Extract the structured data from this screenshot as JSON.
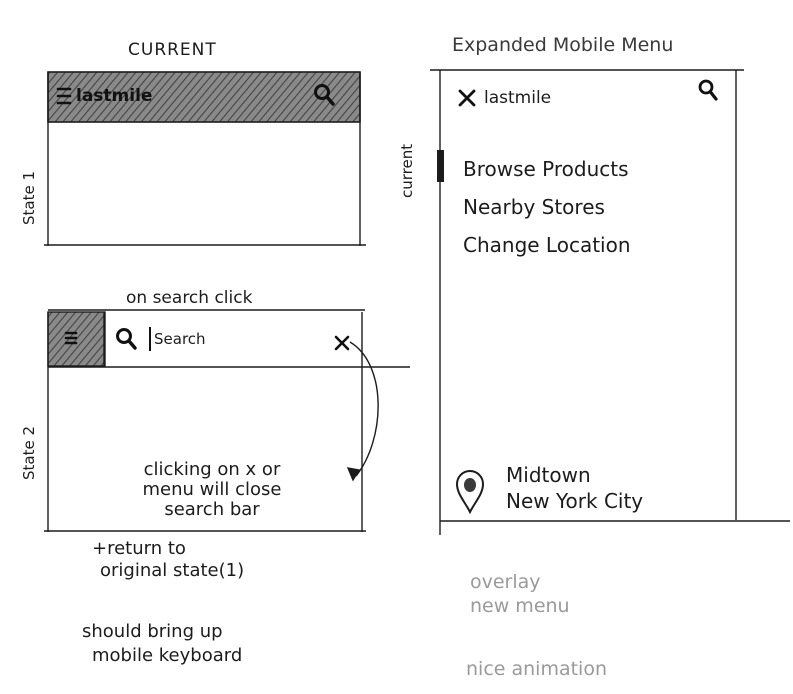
{
  "left": {
    "label_current": "CURRENT",
    "state1": {
      "label": "State 1",
      "hamburger_icon": "hamburger-icon",
      "brand": "lastmile",
      "search_icon": "search-icon"
    },
    "label_on_search": "on search click",
    "state2": {
      "label": "State 2",
      "hamburger_icon": "hamburger-icon",
      "search_icon": "search-icon",
      "search_placeholder": "Search",
      "close_icon": "close-icon"
    },
    "note_close": [
      "clicking on x or",
      "menu will close",
      "search bar"
    ],
    "note_return": [
      "+return to",
      "original state(1)"
    ],
    "note_keyboard": [
      "should bring up",
      "mobile keyboard"
    ]
  },
  "right": {
    "title": "Expanded Mobile Menu",
    "close_icon": "close-icon",
    "brand": "lastmile",
    "search_icon": "search-icon",
    "current_label": "current",
    "menu_items": [
      "Browse Products",
      "Nearby Stores",
      "Change Location"
    ],
    "location_pin_icon": "location-pin-icon",
    "location": [
      "Midtown",
      "New York City"
    ],
    "note_overlay": [
      "overlay",
      "new menu"
    ],
    "note_animation": "nice animation"
  },
  "colors": {
    "ink": "#1c1c1c",
    "shade": "#6a6a6a",
    "pencil_faint": "#9a9a9a"
  }
}
